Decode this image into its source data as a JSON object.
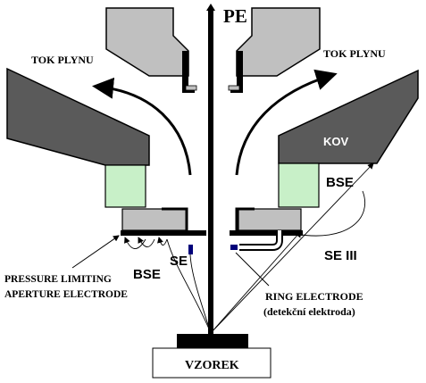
{
  "labels": {
    "pe": "PE",
    "gas_flow_left": "TOK PLYNU",
    "gas_flow_right": "TOK PLYNU",
    "metal": "KOV",
    "bse_right": "BSE",
    "bse_left": "BSE",
    "se_center": "SE",
    "se_three": "SE III",
    "pressure_line1": "PRESSURE LIMITING",
    "pressure_line2": "APERTURE ELECTRODE",
    "ring_line1": "RING ELECTRODE",
    "ring_line2": "(detekční elektroda)",
    "sample": "VZOREK"
  },
  "colors": {
    "gray_fill": "#c0c0c0",
    "dark_gray_fill": "#5a5a5a",
    "green_fill": "#c8f0c8",
    "blue_electrode": "#00007a",
    "ink": "#000000"
  }
}
